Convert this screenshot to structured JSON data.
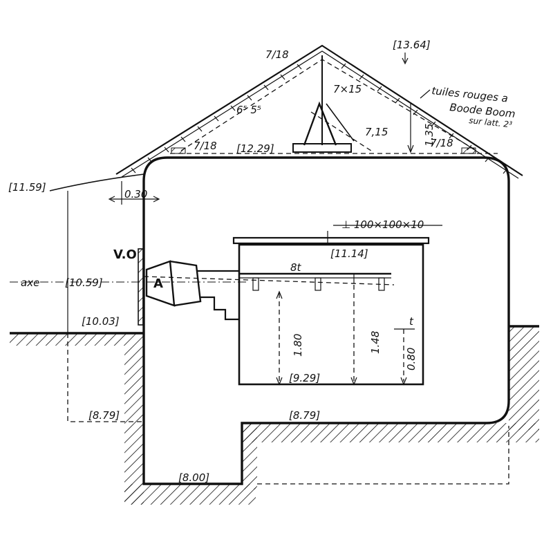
{
  "levels": {
    "ridge": "[13.64]",
    "roof_base": "[12.29]",
    "left_ground": "[11.59]",
    "beam": "[11.14]",
    "axis": "[10.59]",
    "embrasure_low": "[10.03]",
    "room_floor": "[9.29]",
    "outer_floor_left": "[8.79]",
    "outer_floor_right": "[8.79]",
    "base": "[8.00]"
  },
  "roof": {
    "top_timber": "7/18",
    "slope_spacing": "6⁵ 5⁵",
    "post": "7×15",
    "strut": "7,15",
    "left_plate": "7/18",
    "right_plate": "7/18",
    "height": "1.35",
    "note_line1": "tuiles rouges a",
    "note_line2": "Boode Boom",
    "note_line3": "sur latt. 2³"
  },
  "walls": {
    "thickness": "0.30"
  },
  "beam": {
    "profile": "⊥ 100×100×10"
  },
  "gun": {
    "position_label": "A",
    "sight_label": "V.O",
    "axis_label": "axe",
    "rail_label": "8t"
  },
  "room": {
    "height_a": "1.80",
    "height_b": "1.48",
    "height_c": "0.80",
    "step_mark": "t"
  }
}
